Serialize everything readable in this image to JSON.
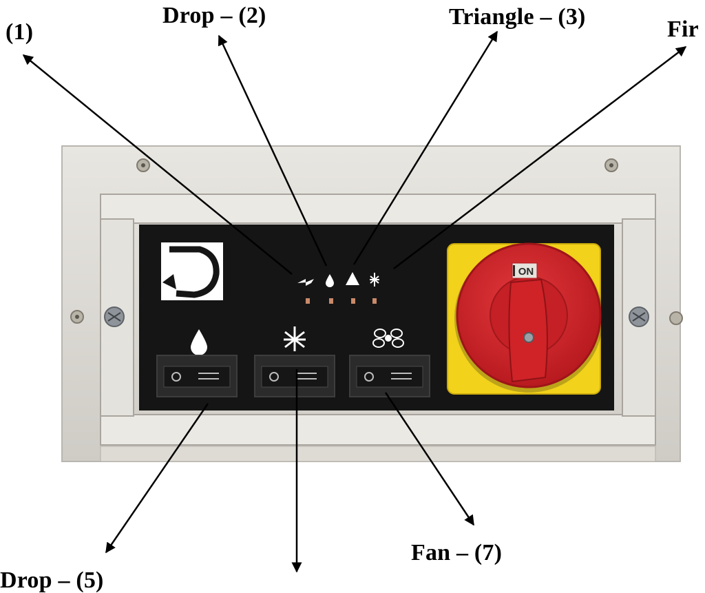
{
  "labels": {
    "label_1": "(1)",
    "label_2": "Drop – (2)",
    "label_3": "Triangle – (3)",
    "label_4": "Fir",
    "label_5": "Drop – (5)",
    "label_7": "Fan – (7)"
  },
  "panel": {
    "switch_text": "ON"
  },
  "colors": {
    "frame": "#dcdad5",
    "faceplate": "#151515",
    "switch_base": "#f2d21a",
    "knob": "#d8262b",
    "arrow": "#000000"
  }
}
